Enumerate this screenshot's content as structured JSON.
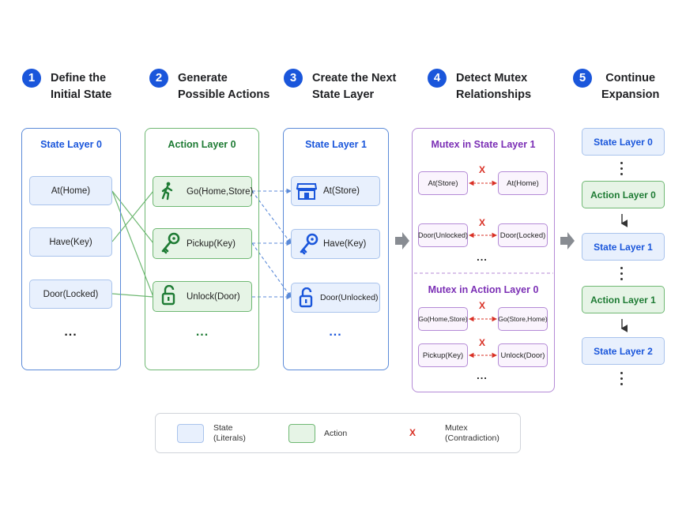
{
  "steps": [
    {
      "num": "1",
      "title_line1": "Define the",
      "title_line2": "Initial State"
    },
    {
      "num": "2",
      "title_line1": "Generate",
      "title_line2": "Possible Actions"
    },
    {
      "num": "3",
      "title_line1": "Create the Next",
      "title_line2": "State Layer"
    },
    {
      "num": "4",
      "title_line1": "Detect Mutex",
      "title_line2": "Relationships"
    },
    {
      "num": "5",
      "title_line1": "Continue",
      "title_line2": "Expansion"
    }
  ],
  "state_layer_0": {
    "title": "State Layer 0",
    "items": [
      "At(Home)",
      "Have(Key)",
      "Door(Locked)"
    ],
    "more": "..."
  },
  "action_layer_0": {
    "title": "Action Layer 0",
    "items": [
      "Go(Home,Store)",
      "Pickup(Key)",
      "Unlock(Door)"
    ],
    "more": "..."
  },
  "state_layer_1": {
    "title": "State Layer 1",
    "items": [
      "At(Store)",
      "Have(Key)",
      "Door(Unlocked)"
    ],
    "more": "..."
  },
  "mutex_state": {
    "title": "Mutex in State Layer 1",
    "pairs": [
      {
        "left": "At(Store)",
        "right": "At(Home)",
        "mark": "X"
      },
      {
        "left": "Door(Unlocked)",
        "right": "Door(Locked)",
        "mark": "X"
      }
    ],
    "more": "..."
  },
  "mutex_action": {
    "title": "Mutex in Action Layer 0",
    "pairs": [
      {
        "left": "Go(Home,Store)",
        "right": "Go(Store,Home)",
        "mark": "X"
      },
      {
        "left": "Pickup(Key)",
        "right": "Unlock(Door)",
        "mark": "X"
      }
    ],
    "more": "..."
  },
  "expansion": [
    "State Layer 0",
    "Action Layer 0",
    "State Layer 1",
    "Action Layer 1",
    "State Layer 2"
  ],
  "legend": {
    "state_line1": "State",
    "state_line2": "(Literals)",
    "action": "Action",
    "mutex_mark": "X",
    "mutex_line1": "Mutex",
    "mutex_line2": "(Contradiction)"
  },
  "colors": {
    "blue": "#1a56db",
    "green": "#1e7b34",
    "purple": "#7b2fb5",
    "mutex_red": "#d93025"
  }
}
